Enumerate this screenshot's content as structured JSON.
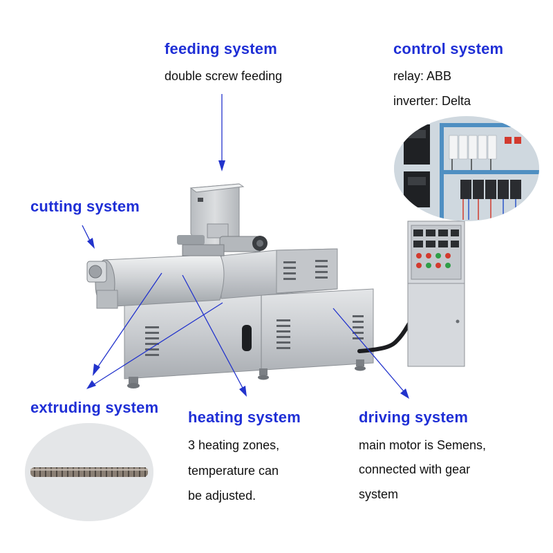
{
  "labels": {
    "feeding": {
      "title": "feeding system",
      "lines": [
        "double screw feeding"
      ]
    },
    "control": {
      "title": "control system",
      "lines": [
        "relay: ABB",
        "inverter: Delta"
      ]
    },
    "cutting": {
      "title": "cutting system"
    },
    "extruding": {
      "title": "extruding system"
    },
    "heating": {
      "title": "heating system",
      "lines": [
        "3 heating zones,",
        "temperature can",
        "be adjusted."
      ]
    },
    "driving": {
      "title": "driving system",
      "lines": [
        "main motor is Semens,",
        "connected with gear",
        "system"
      ]
    }
  },
  "colors": {
    "label": "#1f2fd6",
    "arrow": "#2233cc",
    "text": "#111111",
    "steel": "#c9ccd0"
  }
}
